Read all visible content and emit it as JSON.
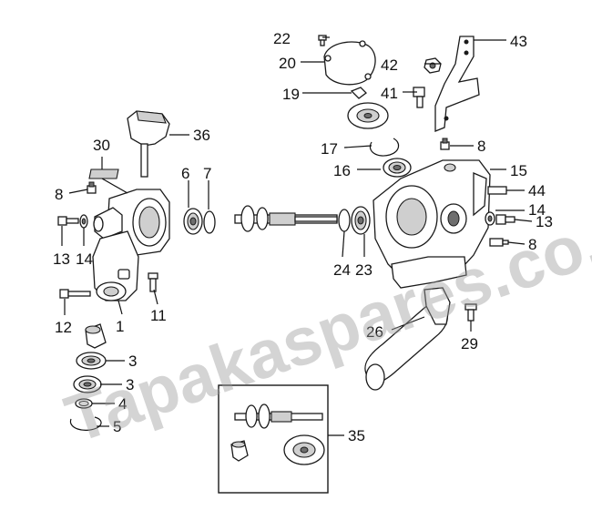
{
  "labels": {
    "p1": "1",
    "p3a": "3",
    "p3b": "3",
    "p4": "4",
    "p5": "5",
    "p6": "6",
    "p7": "7",
    "p8a": "8",
    "p8b": "8",
    "p8c": "8",
    "p11": "11",
    "p12": "12",
    "p13a": "13",
    "p13b": "13",
    "p14a": "14",
    "p14b": "14",
    "p15": "15",
    "p16": "16",
    "p17": "17",
    "p19": "19",
    "p20": "20",
    "p22": "22",
    "p23": "23",
    "p24": "24",
    "p26": "26",
    "p29": "29",
    "p30": "30",
    "p35": "35",
    "p36": "36",
    "p41": "41",
    "p42": "42",
    "p43": "43",
    "p44": "44"
  },
  "watermark": "Tapakaspares.co.uk"
}
